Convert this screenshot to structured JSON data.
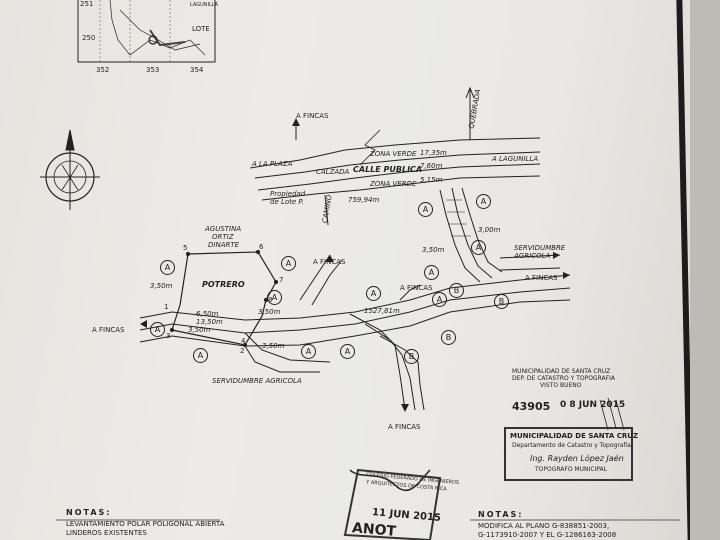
{
  "location_map": {
    "labels": [
      "251",
      "250",
      "352",
      "353",
      "354",
      "LOTE",
      "LAGUNILLA"
    ]
  },
  "road": {
    "calle_label": "CALLE PUBLICA",
    "calzada_label": "CALZADA",
    "zona_verde_top": "ZONA VERDE",
    "zona_verde_bottom": "ZONA VERDE",
    "width_top": "17,35m",
    "width_mid": "7,60m",
    "width_bottom": "5,15m",
    "to_west": "A LA PLAZA",
    "to_east": "A LAGUNILLA",
    "owner_line1": "Propiedad",
    "owner_line2": "de Lote P.",
    "distance": "759,94m",
    "quebrada": "QUEBRADA"
  },
  "lot": {
    "owner_line1": "AGUSTINA",
    "owner_line2": "ORTIZ",
    "owner_line3": "DINARTE",
    "name": "POTRERO",
    "vertices": [
      "5",
      "6",
      "7",
      "8",
      "1",
      "2",
      "3",
      "4"
    ],
    "width_west": "3,50m",
    "width_east": "3,50m",
    "width_s1": "3,50m",
    "width_s2": "3,50m",
    "seg_a": "6,50m",
    "seg_b": "13,50m"
  },
  "paths": {
    "main_distance": "1527,81m",
    "side_width_1": "3,00m",
    "side_width_2": "3,50m",
    "labels": [
      "A FINCAS",
      "A FINCAS",
      "A FINCAS",
      "A FINCAS",
      "A FINCAS",
      "A FINCAS"
    ],
    "servidumbre_east": "SERVIDUMBRE AGRICOLA",
    "servidumbre_south": "SERVIDUMBRE AGRICOLA",
    "camino": "CAMINO"
  },
  "zones": {
    "a": "A",
    "b": "B"
  },
  "stamps": {
    "muni_line1": "MUNICIPALIDAD DE SANTA CRUZ",
    "muni_line2": "DEP. DE CATASTRO Y TOPOGRAFIA",
    "muni_line3": "VISTO BUENO",
    "file_number": "43905",
    "date_stamp": "0 8 JUN 2015",
    "dept_title": "MUNICIPALIDAD DE SANTA CRUZ",
    "dept_sub": "Departamento de Catastro y Topografía",
    "engineer": "Ing. Rayden López Jaén",
    "engineer_role": "TOPOGRAFO MUNICIPAL",
    "colegio_line1": "COLEGIO FEDERADO DE INGENIEROS",
    "colegio_line2": "Y ARQUITECTOS DE COSTA RICA",
    "colegio_date": "11 JUN 2015",
    "colegio_word": "ANOT"
  },
  "notes_left": {
    "header": "NOTAS:",
    "line1": "LEVANTAMIENTO POLAR POLIGONAL ABIERTA",
    "line2": "LINDEROS EXISTENTES"
  },
  "notes_right": {
    "header": "NOTAS:",
    "line1": "MODIFICA AL PLANO G-838851-2003,",
    "line2": "G-1173910-2007 Y EL G-1286163-2008"
  }
}
